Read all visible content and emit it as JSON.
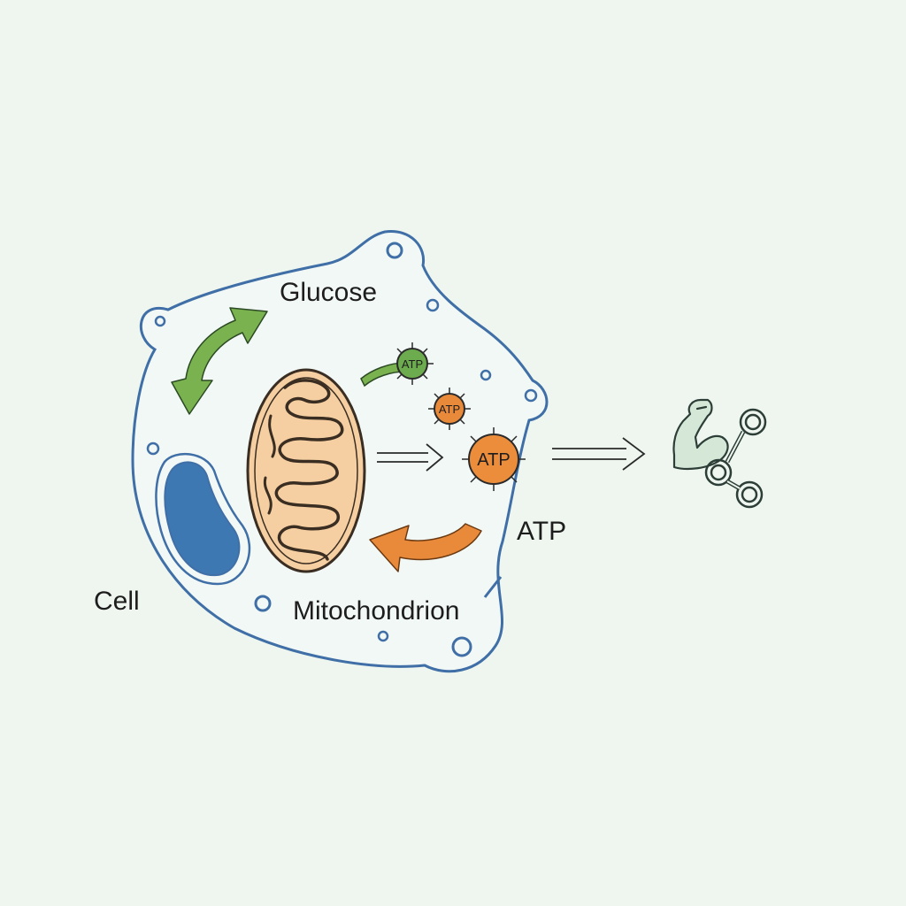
{
  "labels": {
    "glucose": "Glucose",
    "cell": "Cell",
    "mitochondrion": "Mitochondrion",
    "atp_output": "ATP"
  },
  "atp_molecules": [
    {
      "text": "ATP",
      "color": "#6cab4e"
    },
    {
      "text": "ATP",
      "color": "#e98a3a"
    },
    {
      "text": "ATP",
      "color": "#ec8d3c"
    }
  ],
  "colors": {
    "background": "#eef6ef",
    "cell_membrane": "#3f6fa6",
    "cell_fill": "#f2f8f6",
    "nucleus": "#3e78b3",
    "mitochondrion_fill": "#f5cfa1",
    "mitochondrion_stroke": "#3a2d22",
    "glucose_arrow": "#79b24e",
    "return_arrow": "#e98a3a",
    "muscle_icon": "#2c3e37"
  },
  "icons": {
    "muscle": "flexed-arm-icon",
    "molecule": "molecule-chain-icon"
  }
}
